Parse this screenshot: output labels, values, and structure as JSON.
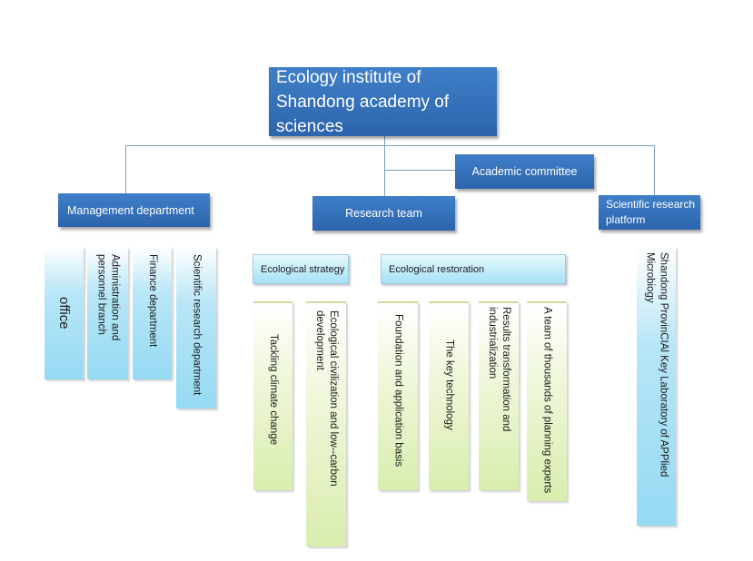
{
  "root": {
    "label": "Ecology institute of Shandong academy of sciences"
  },
  "academic_committee": {
    "label": "Academic committee"
  },
  "branches": {
    "management": {
      "label": "Management department"
    },
    "research": {
      "label": "Research team"
    },
    "platform": {
      "label": "Scientific research platform"
    }
  },
  "management_units": [
    {
      "label": "office"
    },
    {
      "label": "Administration and\npersonnel branch"
    },
    {
      "label": "Finance department"
    },
    {
      "label": "Scientific research department"
    }
  ],
  "research_groups": {
    "strategy": {
      "label": "Ecological strategy"
    },
    "restoration": {
      "label": "Ecological restoration"
    }
  },
  "strategy_units": [
    {
      "label": "Tackling climate change"
    },
    {
      "label": "Ecological civilization and low--carbon development"
    }
  ],
  "restoration_units": [
    {
      "label": "Foundation and application basis"
    },
    {
      "label": "The key technology"
    },
    {
      "label": "Results transformation and industrialization"
    },
    {
      "label": "A team of thousands of planning experts"
    }
  ],
  "platform_units": [
    {
      "label": "Shandong ProvinCIAl Key Laboratory of APPlied Microbiogy"
    }
  ],
  "colors": {
    "header_box": "#2c64ad",
    "management_column": "#95daf3",
    "research_column": "#d9edae",
    "connector": "#7a9ec0"
  }
}
